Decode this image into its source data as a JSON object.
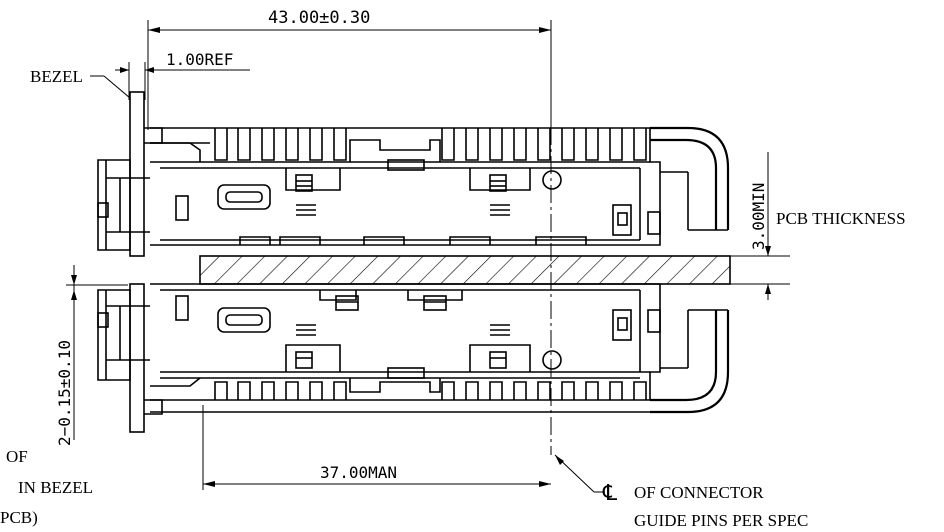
{
  "dimensions": {
    "overall_length": "43.00±0.30",
    "bezel_offset": "1.00REF",
    "pcb_thickness_min": "3.00MIN",
    "pin_height": "2−0.15±0.10",
    "inner_length": "37.00MAN"
  },
  "callouts": {
    "bezel": "BEZEL",
    "pcb_thickness": "PCB THICKNESS",
    "connector_centerline_symbol": "℄",
    "connector_centerline_1": "OF CONNECTOR",
    "connector_centerline_2": "GUIDE PINS PER SPEC",
    "left_note_1": "OF",
    "left_note_2": "IN BEZEL",
    "left_note_3": "PCB)"
  }
}
